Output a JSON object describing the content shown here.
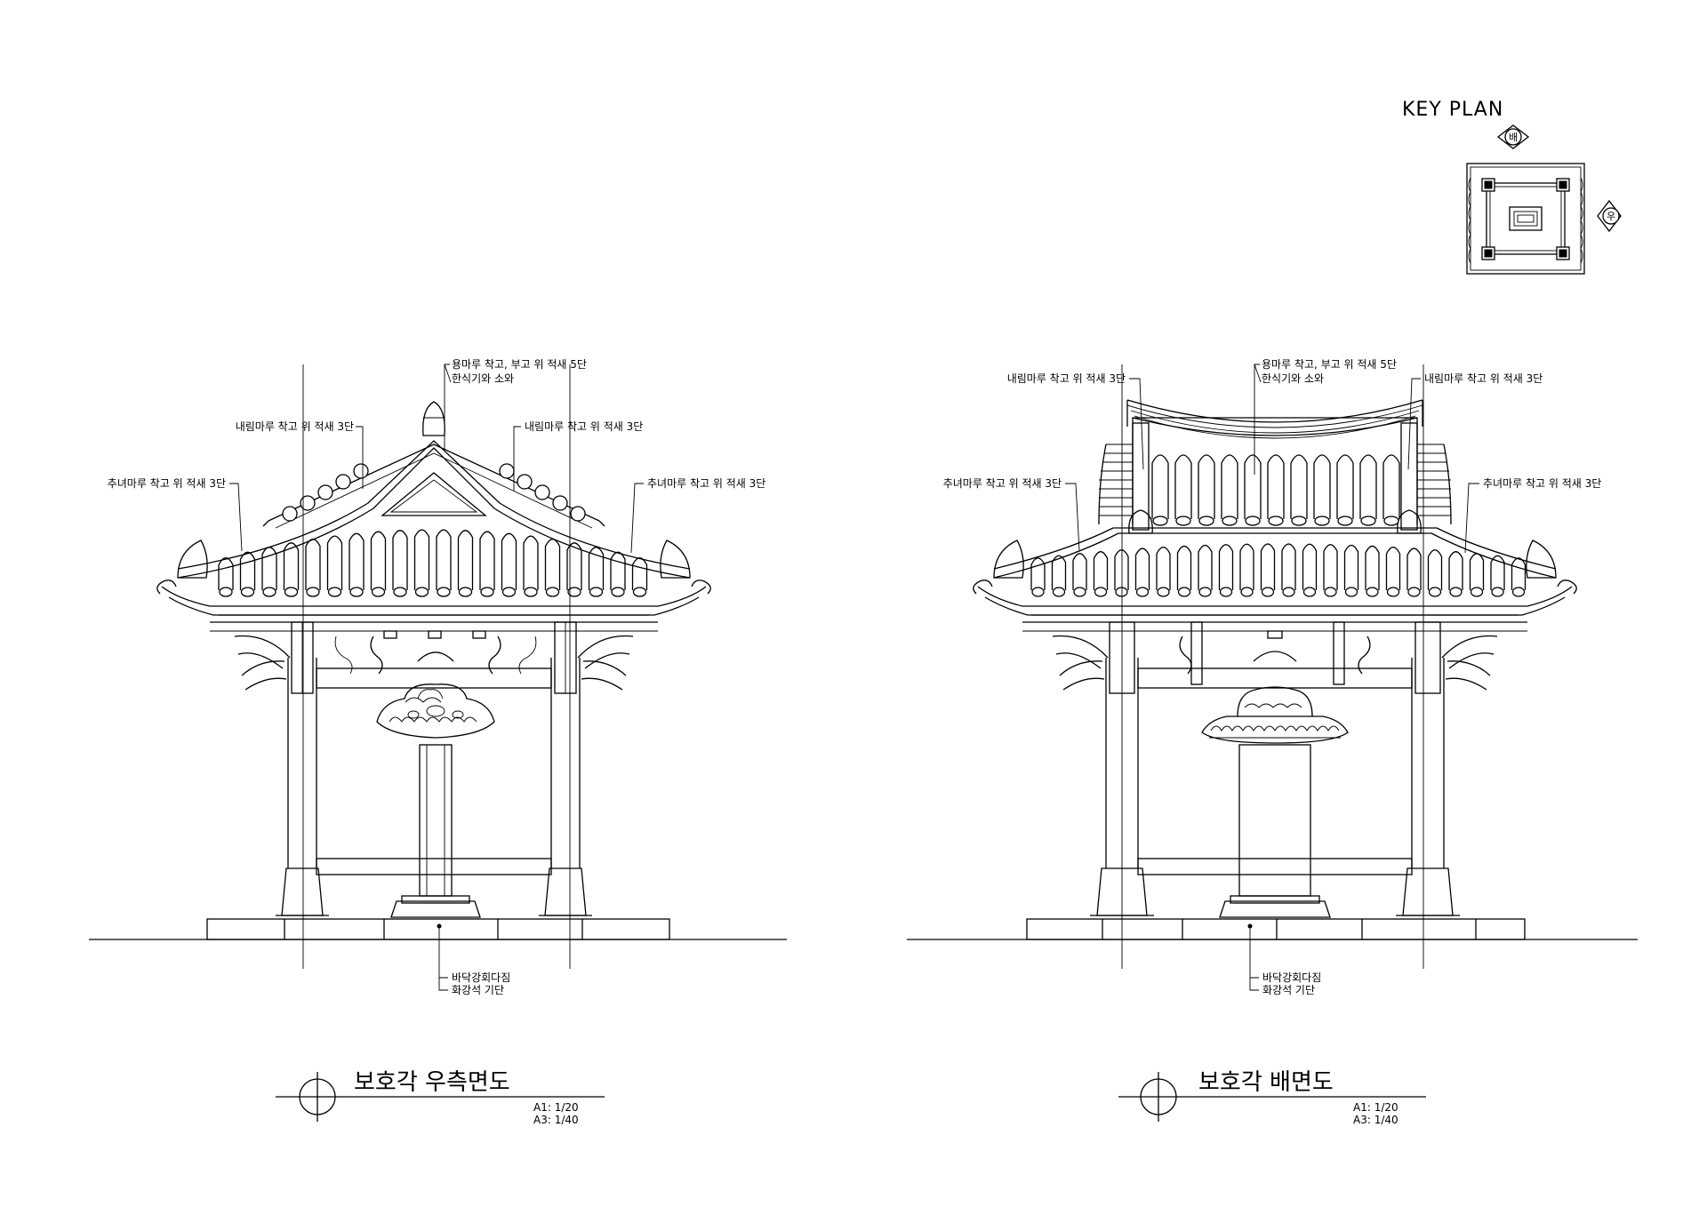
{
  "key_plan": {
    "title": "KEY PLAN",
    "marker_rear": "배",
    "marker_right": "우"
  },
  "views": [
    {
      "title": "보호각 우측면도",
      "scale_a1": "A1: 1/20",
      "scale_a3": "A3: 1/40",
      "labels": {
        "ridge_1": "용마루 착고, 부고 위 적새 5단",
        "ridge_2": "한식기와 소와",
        "hip_left": "내림마루 착고 위 적새 3단",
        "hip_right": "내림마루 착고 위 적새 3단",
        "corner_left": "추녀마루 착고 위 적새 3단",
        "corner_right": "추녀마루 착고 위 적새 3단",
        "base_1": "바닥강회다짐",
        "base_2": "화강석 기단"
      }
    },
    {
      "title": "보호각 배면도",
      "scale_a1": "A1: 1/20",
      "scale_a3": "A3: 1/40",
      "labels": {
        "ridge_1": "용마루 착고, 부고 위 적새 5단",
        "ridge_2": "한식기와 소와",
        "hip_left": "내림마루 착고 위 적새 3단",
        "hip_right": "내림마루 착고 위 적새 3단",
        "corner_left": "추녀마루 착고 위 적새 3단",
        "corner_right": "추녀마루 착고 위 적새 3단",
        "base_1": "바닥강회다짐",
        "base_2": "화강석 기단"
      }
    }
  ]
}
